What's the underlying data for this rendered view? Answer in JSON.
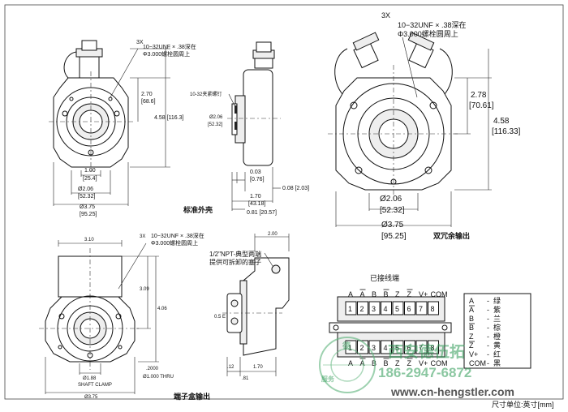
{
  "view_top_left": {
    "callout_qty": "3X",
    "callout_line1": "10−32UNF × .38深在",
    "callout_line2": "Φ3.000螺栓圆周上",
    "dim_height_a": "2.70",
    "dim_height_a_mm": "[68.6]",
    "dim_height_b": "4.58 [116.3]",
    "dim_w1": "1.00",
    "dim_w1_mm": "[25.4]",
    "dim_w2": "Ø2.06",
    "dim_w2_mm": "[52.32]",
    "dim_w3": "Ø3.75",
    "dim_w3_mm": "[95.25]"
  },
  "view_side_standard": {
    "screw_label": "10-32夹紧螺钉",
    "dim_dia": "Ø2.06",
    "dim_dia_mm": "[52.32]",
    "dim_a": "0.03",
    "dim_a_mm": "[0.76]",
    "dim_b": "0.08 [2.03]",
    "dim_c": "1.70",
    "dim_c_mm": "[43.18]",
    "dim_d": "0.81 [20.57]",
    "caption": "标准外壳"
  },
  "view_redundant": {
    "callout_qty": "3X",
    "callout_line1": "10−32UNF × .38深在",
    "callout_line2": "Φ3.000螺栓圆周上",
    "dim_h1": "2.78",
    "dim_h1_mm": "[70.61]",
    "dim_h2": "4.58",
    "dim_h2_mm": "[116.33]",
    "dim_w1": "Ø2.06",
    "dim_w1_mm": "[52.32]",
    "dim_w2": "Ø3.75",
    "dim_w2_mm": "[95.25]",
    "caption": "双冗余输出"
  },
  "view_terminal_front": {
    "dim_top": "3.10",
    "callout_qty": "3X",
    "callout_line1": "10−32UNF × .38深在",
    "callout_line2": "Φ3.000螺栓圆周上",
    "dim_h1": "3.09",
    "dim_h2": "4.06",
    "dim_b1": "Ø1.88",
    "dim_b1_sub": "SHAFT CLAMP",
    "dim_b2": "Ø1.000 THRU",
    "dim_b2_sub": ".2000",
    "dim_b3": "Ø3.75",
    "caption": "端子盒输出"
  },
  "view_terminal_side": {
    "dim_top": "2.00",
    "npt_line1": "1/2\"NPT-典型两端",
    "npt_line2": "提供可拆卸的塞子",
    "dim_side": "0.5 E",
    "dim_b1": ".12",
    "dim_b2": "1.70",
    "dim_b3": ".81"
  },
  "wiring": {
    "title": "已接线端",
    "signals_top": [
      "A",
      "A",
      "B",
      "B",
      "Z",
      "Z",
      "V+",
      "COM"
    ],
    "overbar_top": [
      false,
      true,
      false,
      true,
      false,
      true,
      false,
      false
    ],
    "terminals": [
      "1",
      "2",
      "3",
      "4",
      "5",
      "6",
      "7",
      "8"
    ],
    "signals_bottom": [
      "A",
      "A",
      "B",
      "B",
      "Z",
      "Z",
      "V+",
      "COM"
    ],
    "legend": [
      {
        "sig": "A",
        "bar": false,
        "color": "绿"
      },
      {
        "sig": "A",
        "bar": true,
        "color": "紫"
      },
      {
        "sig": "B",
        "bar": false,
        "color": "兰"
      },
      {
        "sig": "B",
        "bar": true,
        "color": "棕"
      },
      {
        "sig": "Z",
        "bar": false,
        "color": "橙"
      },
      {
        "sig": "Z",
        "bar": true,
        "color": "黄"
      },
      {
        "sig": "V+",
        "bar": false,
        "color": "红"
      },
      {
        "sig": "COM",
        "bar": false,
        "color": "黑"
      }
    ]
  },
  "watermark": {
    "company": "西安德伍拓",
    "phone": "186-2947-6872",
    "url": "www.cn-hengstler.com",
    "seal_top": "德",
    "seal_side": "服务"
  },
  "footer_note": "尺寸单位:英寸[mm]"
}
